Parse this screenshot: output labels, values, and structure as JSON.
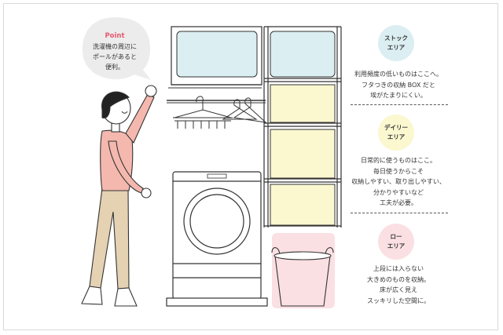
{
  "point_bubble": {
    "title": "Point",
    "lines": [
      "洗濯機の周辺に",
      "ポールがあると",
      "便利。"
    ]
  },
  "zones": [
    {
      "name_lines": [
        "ストック",
        "エリア"
      ],
      "color": "#dbeef2",
      "desc_lines": [
        "利用頻度の低いものはここへ。",
        "フタつきの収納 BOX だと",
        "埃がたまりにくい。"
      ]
    },
    {
      "name_lines": [
        "デイリー",
        "エリア"
      ],
      "color": "#fbf7cf",
      "desc_lines": [
        "日常的に使うものはここ。",
        "毎日使うからこそ",
        "収納しやすい、取り出しやすい、",
        "分かりやすいなど",
        "工夫が必要。"
      ]
    },
    {
      "name_lines": [
        "ロー",
        "エリア"
      ],
      "color": "#fbe0e3",
      "desc_lines": [
        "上段には入らない",
        "大きめのものを収納。",
        "床が広く見え",
        "スッキリした空間に。"
      ]
    }
  ]
}
